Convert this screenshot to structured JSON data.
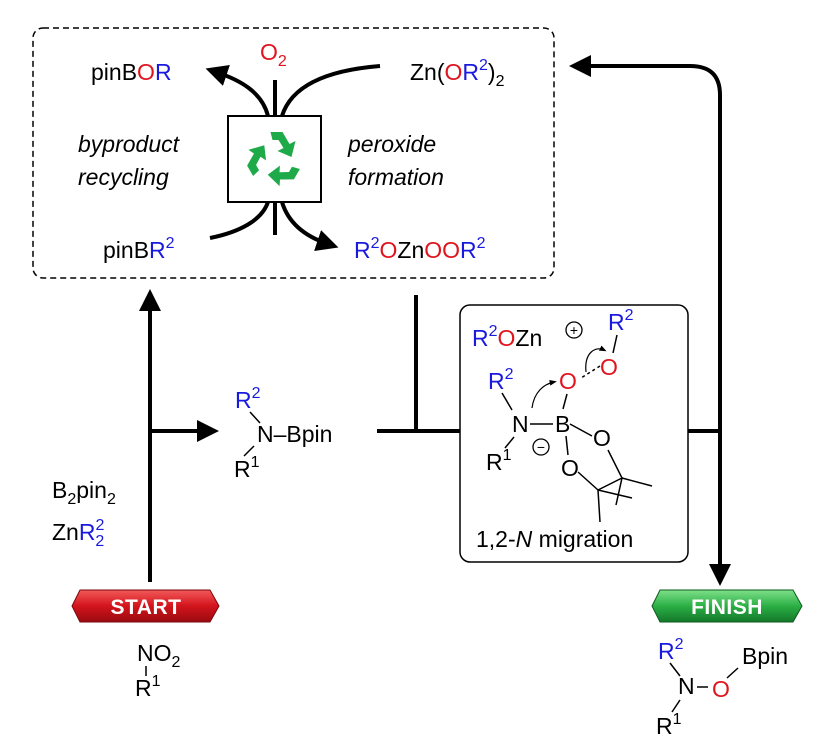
{
  "cycle": {
    "o2": "O",
    "o2_sub": "2",
    "pinBOR_prefix": "pinB",
    "pinBOR_o": "O",
    "pinBOR_r": "R",
    "zn_prefix": "Zn(",
    "zn_o": "O",
    "zn_r": "R",
    "zn_r_sup": "2",
    "zn_close": ")",
    "zn_sub": "2",
    "left_label_1": "byproduct",
    "left_label_2": "recycling",
    "right_label_1": "peroxide",
    "right_label_2": "formation",
    "pinBR_prefix": "pinB",
    "pinBR_r": "R",
    "pinBR_sup": "2",
    "peroxide_r1": "R",
    "peroxide_sup1": "2",
    "peroxide_o1": "O",
    "peroxide_zn": "Zn",
    "peroxide_oo": "OO",
    "peroxide_r2": "R",
    "peroxide_sup2": "2"
  },
  "reagents": {
    "b2pin2_b": "B",
    "b2pin2_sub1": "2",
    "b2pin2_pin": "pin",
    "b2pin2_sub2": "2",
    "znr_zn": "Zn",
    "znr_r": "R",
    "znr_sup": "2",
    "znr_sub": "2"
  },
  "intermediate": {
    "r2": "R",
    "r2_sup": "2",
    "n_bpin": "N–Bpin",
    "r1": "R",
    "r1_sup": "1"
  },
  "transition_state": {
    "zn_r": "R",
    "zn_r_sup": "2",
    "zn_o": "O",
    "zn_zn": "Zn",
    "plus": "+",
    "o_r": "R",
    "o_r_sup": "2",
    "o_top": "O",
    "o_mid": "O",
    "n_r": "R",
    "n_r_sup": "2",
    "n": "N",
    "b": "B",
    "minus": "−",
    "o_ring1": "O",
    "o_ring2": "O",
    "r1": "R",
    "r1_sup": "1",
    "caption_pre": "1,2-",
    "caption_it": "N",
    "caption_post": " migration"
  },
  "start": {
    "label": "START",
    "no2_n": "NO",
    "no2_sub": "2",
    "r1": "R",
    "r1_sup": "1"
  },
  "finish": {
    "label": "FINISH",
    "r2": "R",
    "r2_sup": "2",
    "bpin": "Bpin",
    "n": "N",
    "o": "O",
    "r1": "R",
    "r1_sup": "1"
  },
  "colors": {
    "oxygen": "#e0141e",
    "r_group": "#1a1adf",
    "start": "#c8101a",
    "finish": "#22a23a",
    "recycle": "#1faa4a"
  },
  "icons": {
    "recycle": "recycle-icon"
  }
}
